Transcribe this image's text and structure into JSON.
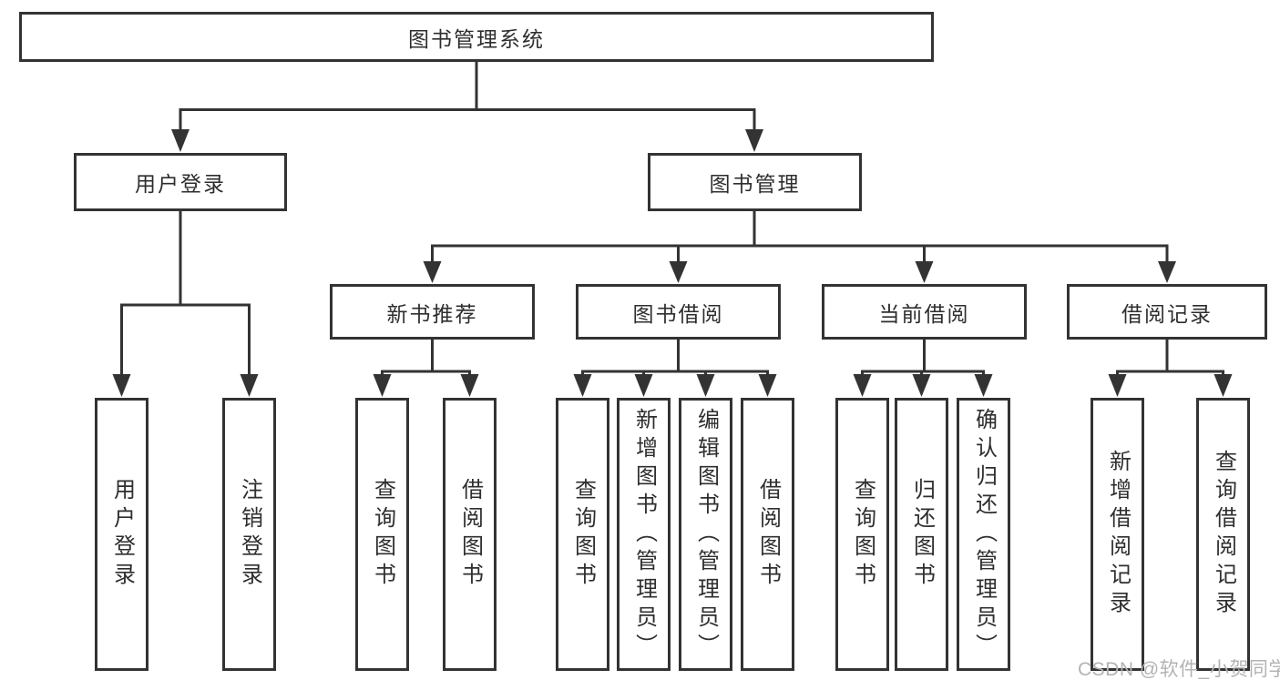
{
  "tree": {
    "root": {
      "label": "图书管理系统",
      "children": [
        {
          "label": "用户登录",
          "children": [
            {
              "label": "用户登录"
            },
            {
              "label": "注销登录"
            }
          ]
        },
        {
          "label": "图书管理",
          "children": [
            {
              "label": "新书推荐",
              "children": [
                {
                  "label": "查询图书"
                },
                {
                  "label": "借阅图书"
                }
              ]
            },
            {
              "label": "图书借阅",
              "children": [
                {
                  "label": "查询图书"
                },
                {
                  "label": "新增图书（管理员）"
                },
                {
                  "label": "编辑图书（管理员）"
                },
                {
                  "label": "借阅图书"
                }
              ]
            },
            {
              "label": "当前借阅",
              "children": [
                {
                  "label": "查询图书"
                },
                {
                  "label": "归还图书"
                },
                {
                  "label": "确认归还（管理员）"
                }
              ]
            },
            {
              "label": "借阅记录",
              "children": [
                {
                  "label": "新增借阅记录"
                },
                {
                  "label": "查询借阅记录"
                }
              ]
            }
          ]
        }
      ]
    }
  },
  "watermark": {
    "text": "CSDN @软件_小贺同学"
  },
  "colors": {
    "line": "#333333",
    "text": "#2e2e2e",
    "watermark": "#b3b3b3",
    "background": "#ffffff"
  }
}
